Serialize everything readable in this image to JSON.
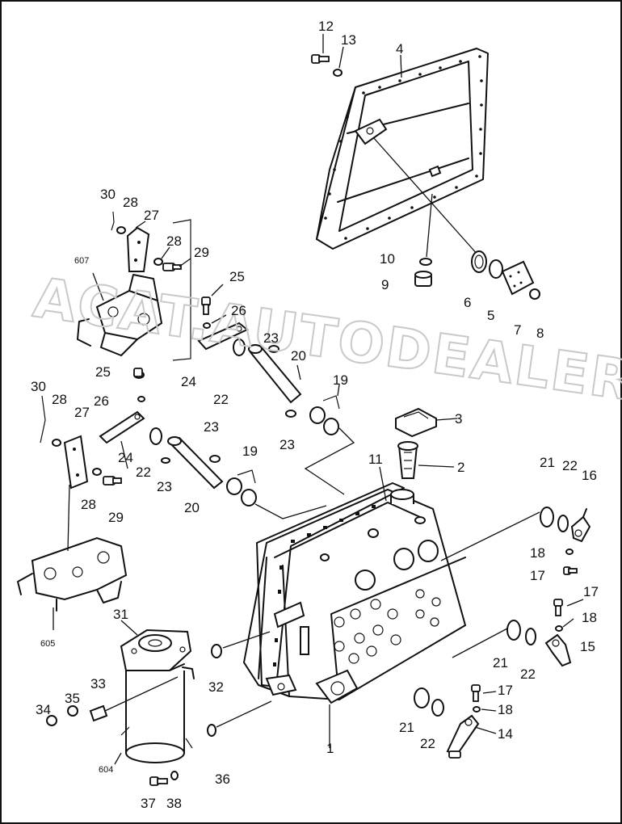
{
  "diagram": {
    "watermark": "ACAT.AUTODEALER.RU",
    "labels": {
      "l1": "1",
      "l2": "2",
      "l3": "3",
      "l4": "4",
      "l5": "5",
      "l6": "6",
      "l7": "7",
      "l8": "8",
      "l9": "9",
      "l10": "10",
      "l11": "11",
      "l12": "12",
      "l13": "13",
      "l14": "14",
      "l15": "15",
      "l16": "16",
      "l17a": "17",
      "l17b": "17",
      "l17c": "17",
      "l18a": "18",
      "l18b": "18",
      "l18c": "18",
      "l19a": "19",
      "l19b": "19",
      "l20a": "20",
      "l20b": "20",
      "l21a": "21",
      "l21b": "21",
      "l21c": "21",
      "l22a": "22",
      "l22b": "22",
      "l22c": "22",
      "l22d": "22",
      "l22e": "22",
      "l23a": "23",
      "l23b": "23",
      "l23c": "23",
      "l23d": "23",
      "l24a": "24",
      "l24b": "24",
      "l25a": "25",
      "l25b": "25",
      "l26a": "26",
      "l26b": "26",
      "l27a": "27",
      "l27b": "27",
      "l28a": "28",
      "l28b": "28",
      "l28c": "28",
      "l28d": "28",
      "l29a": "29",
      "l29b": "29",
      "l30a": "30",
      "l30b": "30",
      "l31": "31",
      "l32": "32",
      "l33": "33",
      "l34": "34",
      "l35": "35",
      "l36": "36",
      "l37": "37",
      "l38": "38",
      "l604": "604",
      "l605": "605",
      "l607": "607"
    }
  }
}
